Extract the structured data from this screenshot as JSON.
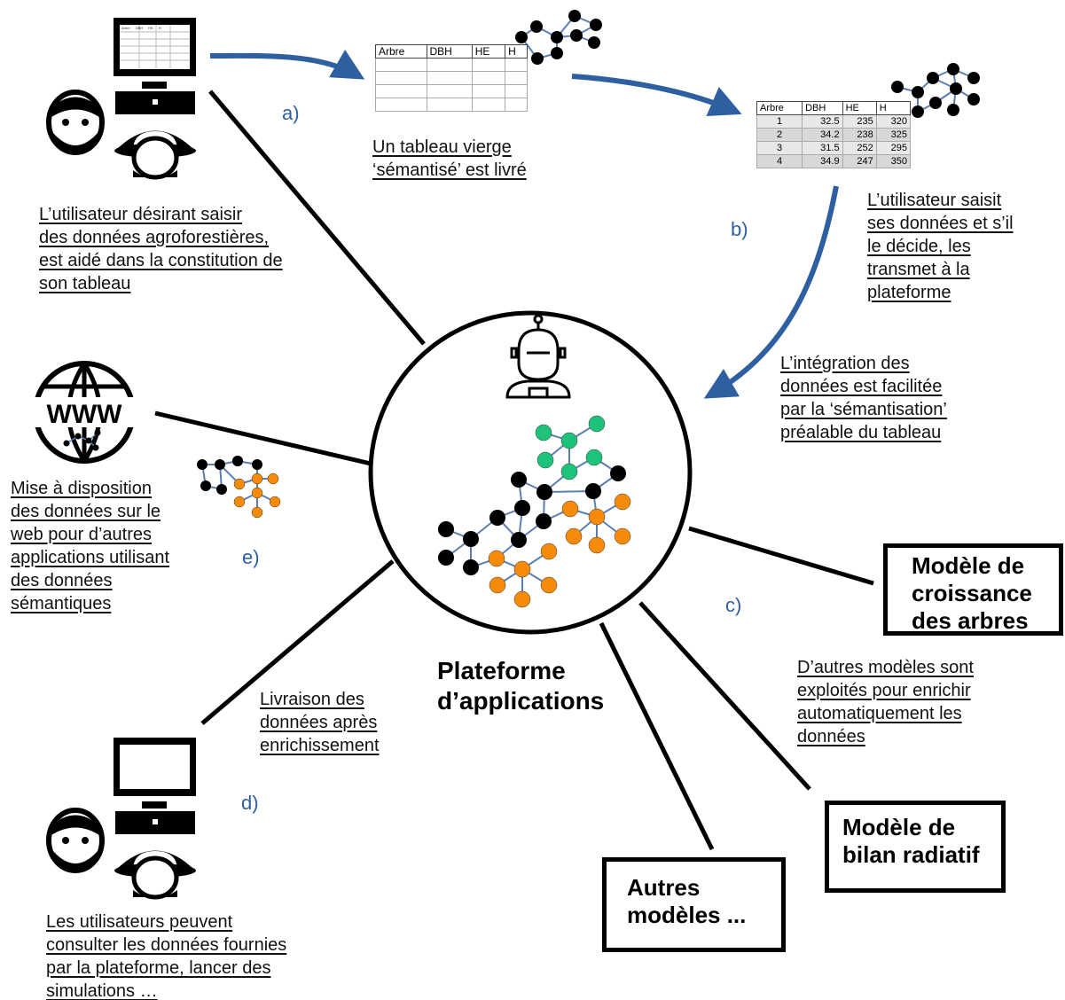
{
  "colors": {
    "arrow": "#2e5fa1",
    "node_black": "#000000",
    "node_green": "#1ec27a",
    "node_orange": "#f58a0b",
    "edge": "#5a7fb0"
  },
  "icons": {
    "user_top": "user-with-computer-icon",
    "user_bottom": "user-with-computer-icon",
    "www": "www-globe-icon",
    "robot": "robot-icon",
    "graph": "semantic-graph-icon"
  },
  "steps": {
    "a": "a)",
    "b": "b)",
    "c": "c)",
    "d": "d)",
    "e": "e)"
  },
  "texts": {
    "user_intro": [
      "L’utilisateur désirant saisir",
      "des données agroforestières,",
      "est aidé dans la constitution de",
      "son tableau"
    ],
    "blank_table": [
      "Un tableau vierge",
      "‘sémantisé’ est livré"
    ],
    "user_input": [
      "L’utilisateur saisit",
      "ses données et s’il",
      "le décide, les",
      "transmet à la",
      "plateforme"
    ],
    "integration": [
      "L’intégration des",
      "données est facilitée",
      "par la ‘sémantisation’",
      "préalable du tableau"
    ],
    "web": [
      "Mise à disposition",
      "des données sur le",
      "web pour d’autres",
      "applications utilisant",
      "des données",
      "sémantiques"
    ],
    "delivery": [
      "Livraison des",
      "données après",
      "enrichissement"
    ],
    "other_models": [
      "D’autres modèles sont",
      "exploités pour enrichir",
      "automatiquement les",
      "données"
    ],
    "consult": [
      "Les utilisateurs peuvent",
      "consulter les données fournies",
      "par la plateforme, lancer des",
      "simulations …"
    ]
  },
  "platform_label": [
    "Plateforme",
    "d’applications"
  ],
  "models": {
    "growth": [
      "Modèle de",
      "croissance",
      "des arbres"
    ],
    "radiative": [
      "Modèle de",
      "bilan radiatif"
    ],
    "others": [
      "Autres",
      "modèles ..."
    ]
  },
  "small_table": {
    "headers": [
      "Arbre",
      "DBH",
      "HE",
      "H"
    ]
  },
  "blank_table": {
    "headers": [
      "Arbre",
      "DBH",
      "HE",
      "H"
    ],
    "rows": [
      [
        "",
        "",
        "",
        ""
      ],
      [
        "",
        "",
        "",
        ""
      ],
      [
        "",
        "",
        "",
        ""
      ],
      [
        "",
        "",
        "",
        ""
      ]
    ]
  },
  "filled_table": {
    "headers": [
      "Arbre",
      "DBH",
      "HE",
      "H"
    ],
    "rows": [
      [
        "1",
        "32.5",
        "235",
        "320"
      ],
      [
        "2",
        "34.2",
        "238",
        "325"
      ],
      [
        "3",
        "31.5",
        "252",
        "295"
      ],
      [
        "4",
        "34.9",
        "247",
        "350"
      ]
    ]
  }
}
